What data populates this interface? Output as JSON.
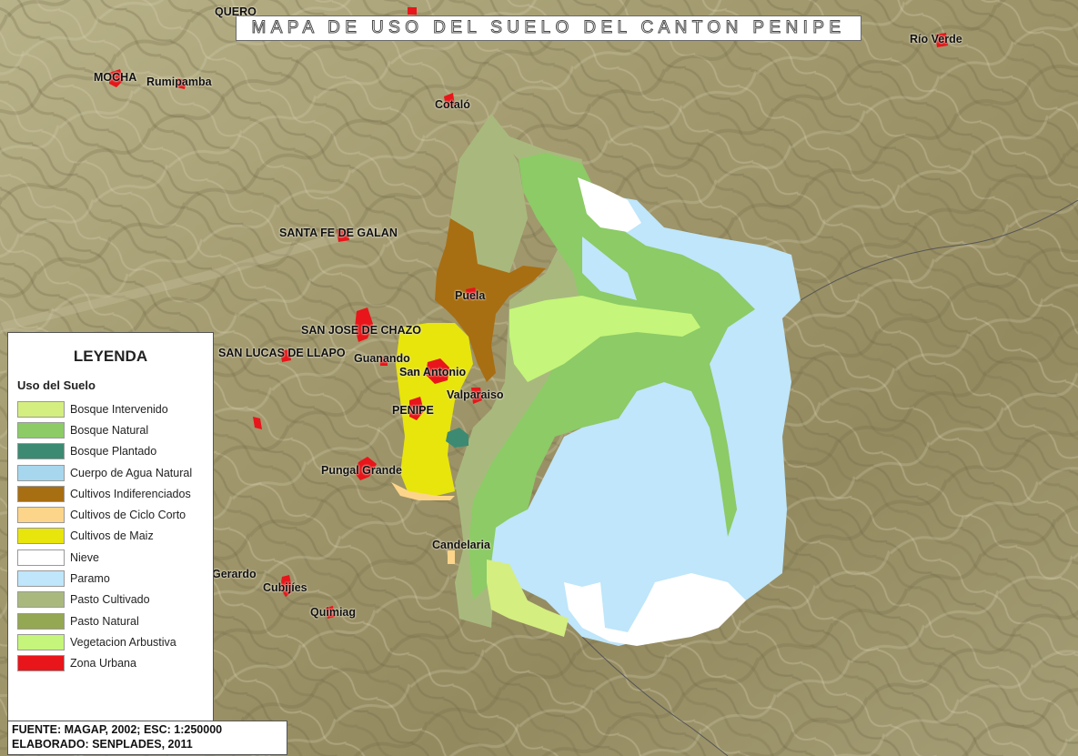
{
  "map": {
    "title": "MAPA DE USO DEL SUELO DEL CANTON PENIPE",
    "places": [
      {
        "name": "QUERO"
      },
      {
        "name": "Río Verde"
      },
      {
        "name": "MOCHA"
      },
      {
        "name": "Rumipamba"
      },
      {
        "name": "Cotaló"
      },
      {
        "name": "SANTA FE DE GALAN"
      },
      {
        "name": "Puela"
      },
      {
        "name": "SAN JOSE DE CHAZO"
      },
      {
        "name": "SAN LUCAS DE LLAPO"
      },
      {
        "name": "Guanando"
      },
      {
        "name": "San Antonio"
      },
      {
        "name": "Valparaiso"
      },
      {
        "name": "PENIPE"
      },
      {
        "name": "Pungal Grande"
      },
      {
        "name": "Candelaria"
      },
      {
        "name": "Gerardo"
      },
      {
        "name": "Cubijíes"
      },
      {
        "name": "Quimiag"
      }
    ]
  },
  "legend": {
    "title": "LEYENDA",
    "subtitle": "Uso del Suelo",
    "items": [
      {
        "label": "Bosque Intervenido",
        "color": "#d4ee80"
      },
      {
        "label": "Bosque Natural",
        "color": "#8ccb66"
      },
      {
        "label": "Bosque Plantado",
        "color": "#3c8a72"
      },
      {
        "label": "Cuerpo de Agua Natural",
        "color": "#a7d7ee"
      },
      {
        "label": "Cultivos Indiferenciados",
        "color": "#a86e12"
      },
      {
        "label": "Cultivos de Ciclo Corto",
        "color": "#fcd58b"
      },
      {
        "label": "Cultivos de Maiz",
        "color": "#e8e50c"
      },
      {
        "label": "Nieve",
        "color": "#ffffff"
      },
      {
        "label": "Paramo",
        "color": "#bfe6fa"
      },
      {
        "label": "Pasto Cultivado",
        "color": "#a9b97e"
      },
      {
        "label": "Pasto Natural",
        "color": "#94a752"
      },
      {
        "label": "Vegetacion Arbustiva",
        "color": "#c5f57a"
      },
      {
        "label": "Zona Urbana",
        "color": "#e8151a"
      }
    ]
  },
  "footer": {
    "source": "FUENTE: MAGAP, 2002; ESC: 1:250000",
    "credit": "ELABORADO: SENPLADES, 2011"
  }
}
